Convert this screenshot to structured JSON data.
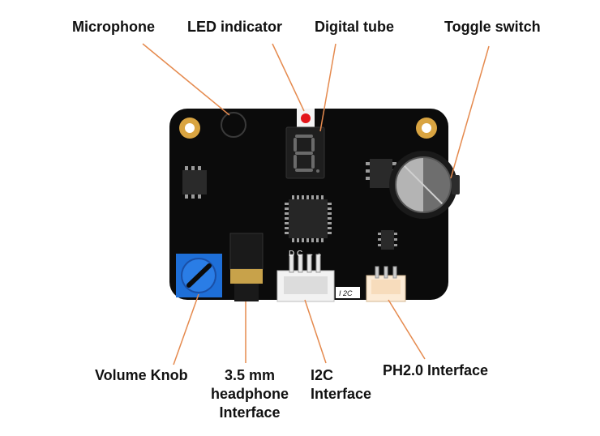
{
  "colors": {
    "leader_line": "#E58A4E",
    "board": "#0B0B0B",
    "pad_gold": "#D9A441",
    "led_red": "#E3161B",
    "knob_blue": "#1E6FD8",
    "jack_gold": "#C8A24A",
    "connector_white": "#F2F2F2",
    "ph_connector": "#FCEBD6",
    "switch_gray": "#9B9B9B"
  },
  "labels": {
    "microphone": "Microphone",
    "led_indicator": "LED indicator",
    "digital_tube": "Digital tube",
    "toggle_switch": "Toggle switch",
    "volume_knob": "Volume Knob",
    "headphone_line1": "3.5 mm",
    "headphone_line2": "headphone",
    "headphone_line3": "Interface",
    "i2c_line1": "I2C",
    "i2c_line2": "Interface",
    "ph20": "PH2.0 Interface"
  },
  "board_markings": {
    "dc_label": "D C",
    "minus": "−",
    "plus": "+",
    "i2c_silk": "I 2C"
  }
}
